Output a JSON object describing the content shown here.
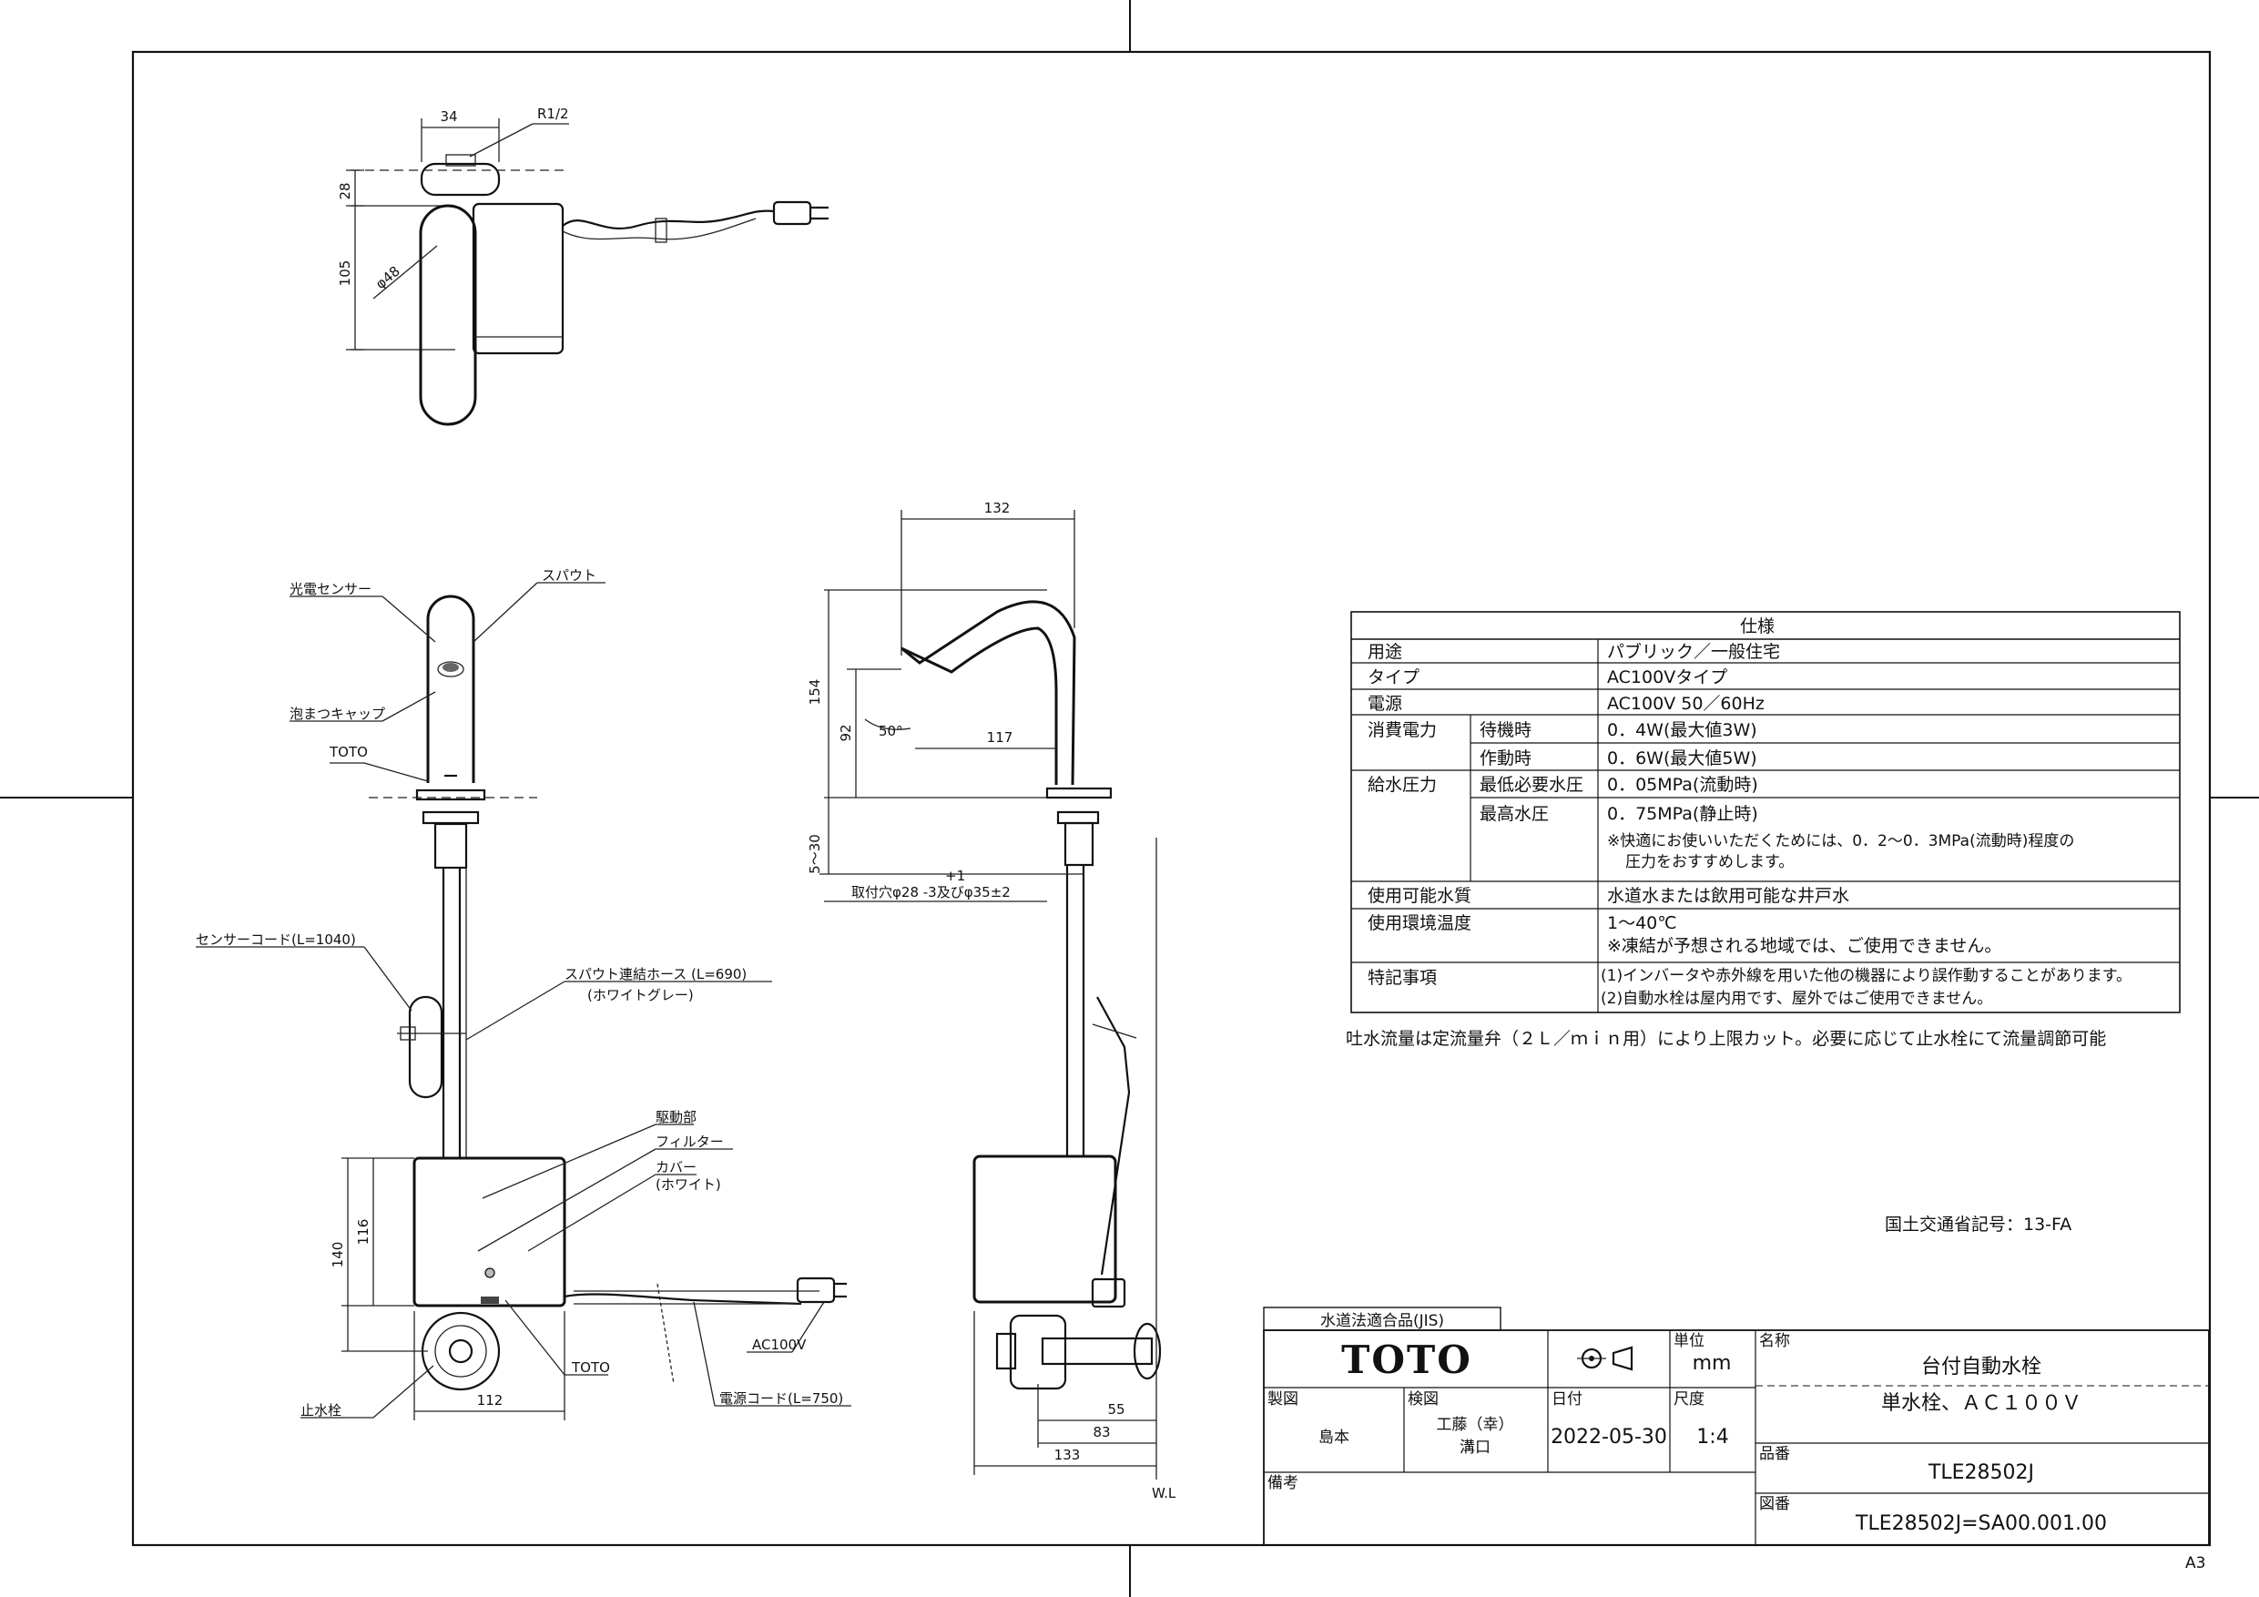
{
  "spec_table": {
    "title": "仕様",
    "rows": [
      {
        "label": "用途",
        "sub": "",
        "value": "パブリック／一般住宅"
      },
      {
        "label": "タイプ",
        "sub": "",
        "value": "AC100Vタイプ"
      },
      {
        "label": "電源",
        "sub": "",
        "value": "AC100V 50／60Hz"
      },
      {
        "label": "消費電力",
        "sub": "待機時",
        "value": "0．4W(最大値3W)"
      },
      {
        "label": "",
        "sub": "作動時",
        "value": "0．6W(最大値5W)"
      },
      {
        "label": "給水圧力",
        "sub": "最低必要水圧",
        "value": "0．05MPa(流動時)"
      },
      {
        "label": "",
        "sub": "最高水圧",
        "value": "0．75MPa(静止時)"
      },
      {
        "label": "使用可能水質",
        "sub": "",
        "value": "水道水または飲用可能な井戸水"
      },
      {
        "label": "使用環境温度",
        "sub": "",
        "value": "1～40℃"
      },
      {
        "label": "特記事項",
        "sub": "",
        "value": "(1)インバータや赤外線を用いた他の機器により誤作動することがあります。"
      }
    ],
    "pressure_note_1": "※快適にお使いいただくためには、0．2～0．3MPa(流動時)程度の",
    "pressure_note_2": "圧力をおすすめします。",
    "temp_note": "※凍結が予想される地域では、ご使用できません。",
    "special_note_2": "(2)自動水栓は屋内用です、屋外ではご使用できません。"
  },
  "flow_note": "吐水流量は定流量弁（２Ｌ／ｍｉｎ用）により上限カット。必要に応じて止水栓にて流量調節可能",
  "ministry_code": "国土交通省記号：13-FA",
  "labels": {
    "photo_sensor": "光電センサー",
    "spout": "スパウト",
    "aerator_cap": "泡まつキャップ",
    "toto_mark": "TOTO",
    "sensor_cord": "センサーコード(L=1040)",
    "spout_hose": "スパウト連結ホース (L=690)",
    "hose_color": "(ホワイトグレー)",
    "drive_unit": "駆動部",
    "filter": "フィルター",
    "cover": "カバー",
    "cover_color": "(ホワイト)",
    "stop_valve": "止水栓",
    "toto_mark_2": "TOTO",
    "ac100v": "AC100V",
    "power_cord": "電源コード(L=750)",
    "mount_hole_plus": "+1",
    "mount_hole": "取付穴φ28 -3及びφ35±2",
    "wl": "W.L"
  },
  "dims": {
    "top_34": "34",
    "top_r12": "R1/2",
    "top_28": "28",
    "top_105": "105",
    "top_phi48": "φ48",
    "front_140": "140",
    "front_116": "116",
    "front_112": "112",
    "side_132": "132",
    "side_154": "154",
    "side_92": "92",
    "side_50deg": "50°",
    "side_117": "117",
    "side_5_30": "5～30",
    "side_55": "55",
    "side_83": "83",
    "side_133": "133"
  },
  "title_block": {
    "jis": "水道法適合品(JIS)",
    "brand": "TOTO",
    "unit_label": "単位",
    "unit": "mm",
    "name_label": "名称",
    "name_1": "台付自動水栓",
    "name_2": "単水栓、ＡＣ１００Ｖ",
    "drawn_label": "製図",
    "drawn_by": "島本",
    "checked_label": "検図",
    "checked_by_1": "工藤（幸）",
    "checked_by_2": "溝口",
    "date_label": "日付",
    "date": "2022-05-30",
    "scale_label": "尺度",
    "scale": "1:4",
    "part_label": "品番",
    "part_no": "TLE28502J",
    "remarks_label": "備考",
    "drawing_label": "図番",
    "drawing_no": "TLE28502J=SA00.001.00"
  },
  "sheet_size": "A3"
}
